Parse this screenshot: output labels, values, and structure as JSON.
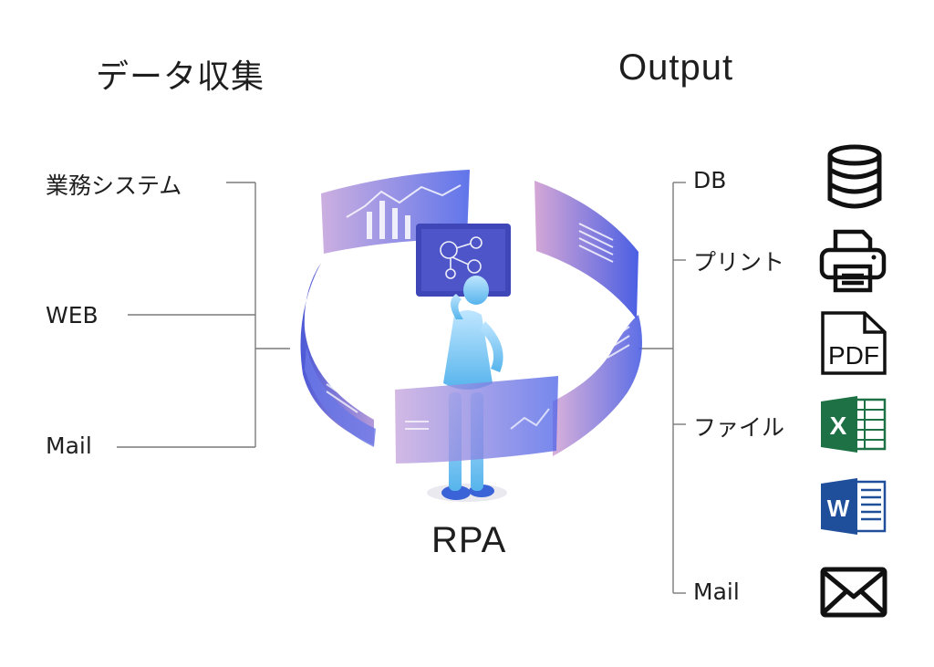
{
  "headings": {
    "input": "データ収集",
    "output": "Output"
  },
  "inputs": [
    {
      "label": "業務システム"
    },
    {
      "label": "WEB"
    },
    {
      "label": "Mail"
    }
  ],
  "center": {
    "label": "RPA"
  },
  "outputs": [
    {
      "label": "DB",
      "icon": "database-icon"
    },
    {
      "label": "プリント",
      "icon": "printer-icon"
    },
    {
      "label": "ファイル",
      "icon": "pdf-file-icon"
    },
    {
      "label": "",
      "icon": "excel-icon"
    },
    {
      "label": "",
      "icon": "word-icon"
    },
    {
      "label": "Mail",
      "icon": "mail-icon"
    }
  ],
  "icon_text": {
    "pdf": "PDF",
    "excel": "X",
    "word": "W"
  },
  "colors": {
    "line": "#7a7a7a",
    "accent_blue": "#4b5be0",
    "accent_purple": "#b49ad8",
    "excel": "#1e7145",
    "word": "#1f4e9b"
  }
}
